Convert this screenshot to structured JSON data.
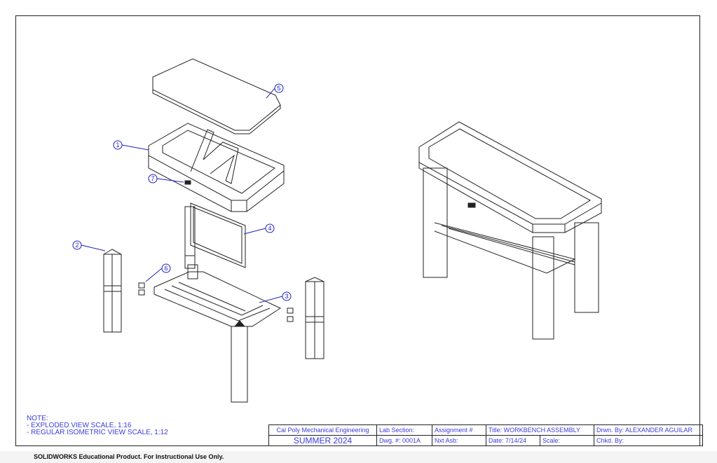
{
  "notes": {
    "heading": "NOTE:",
    "lines": [
      "- EXPLODED VIEW SCALE, 1:16",
      "- REGULAR ISOMETRIC VIEW SCALE, 1:12"
    ]
  },
  "title_block": {
    "school": "Cal Poly Mechanical Engineering",
    "term": "SUMMER 2024",
    "lab_section": "Lab Section:",
    "dwg_no": "Dwg. #: 0001A",
    "assignment": "Assignment #",
    "next_asb": "Nxt Asb:",
    "title": "Title: WORKBENCH ASSEMBLY",
    "date": "Date: 7/14/24",
    "scale": "Scale:",
    "drawn_by": "Drwn. By: ALEXANDER AGUILAR",
    "checked_by": "Chkd. By:"
  },
  "balloons": [
    "1",
    "2",
    "3",
    "4",
    "5",
    "6",
    "7"
  ],
  "footer": "SOLIDWORKS Educational Product. For Instructional Use Only.",
  "colors": {
    "annotation": "#3a3adf",
    "line": "#222222"
  }
}
